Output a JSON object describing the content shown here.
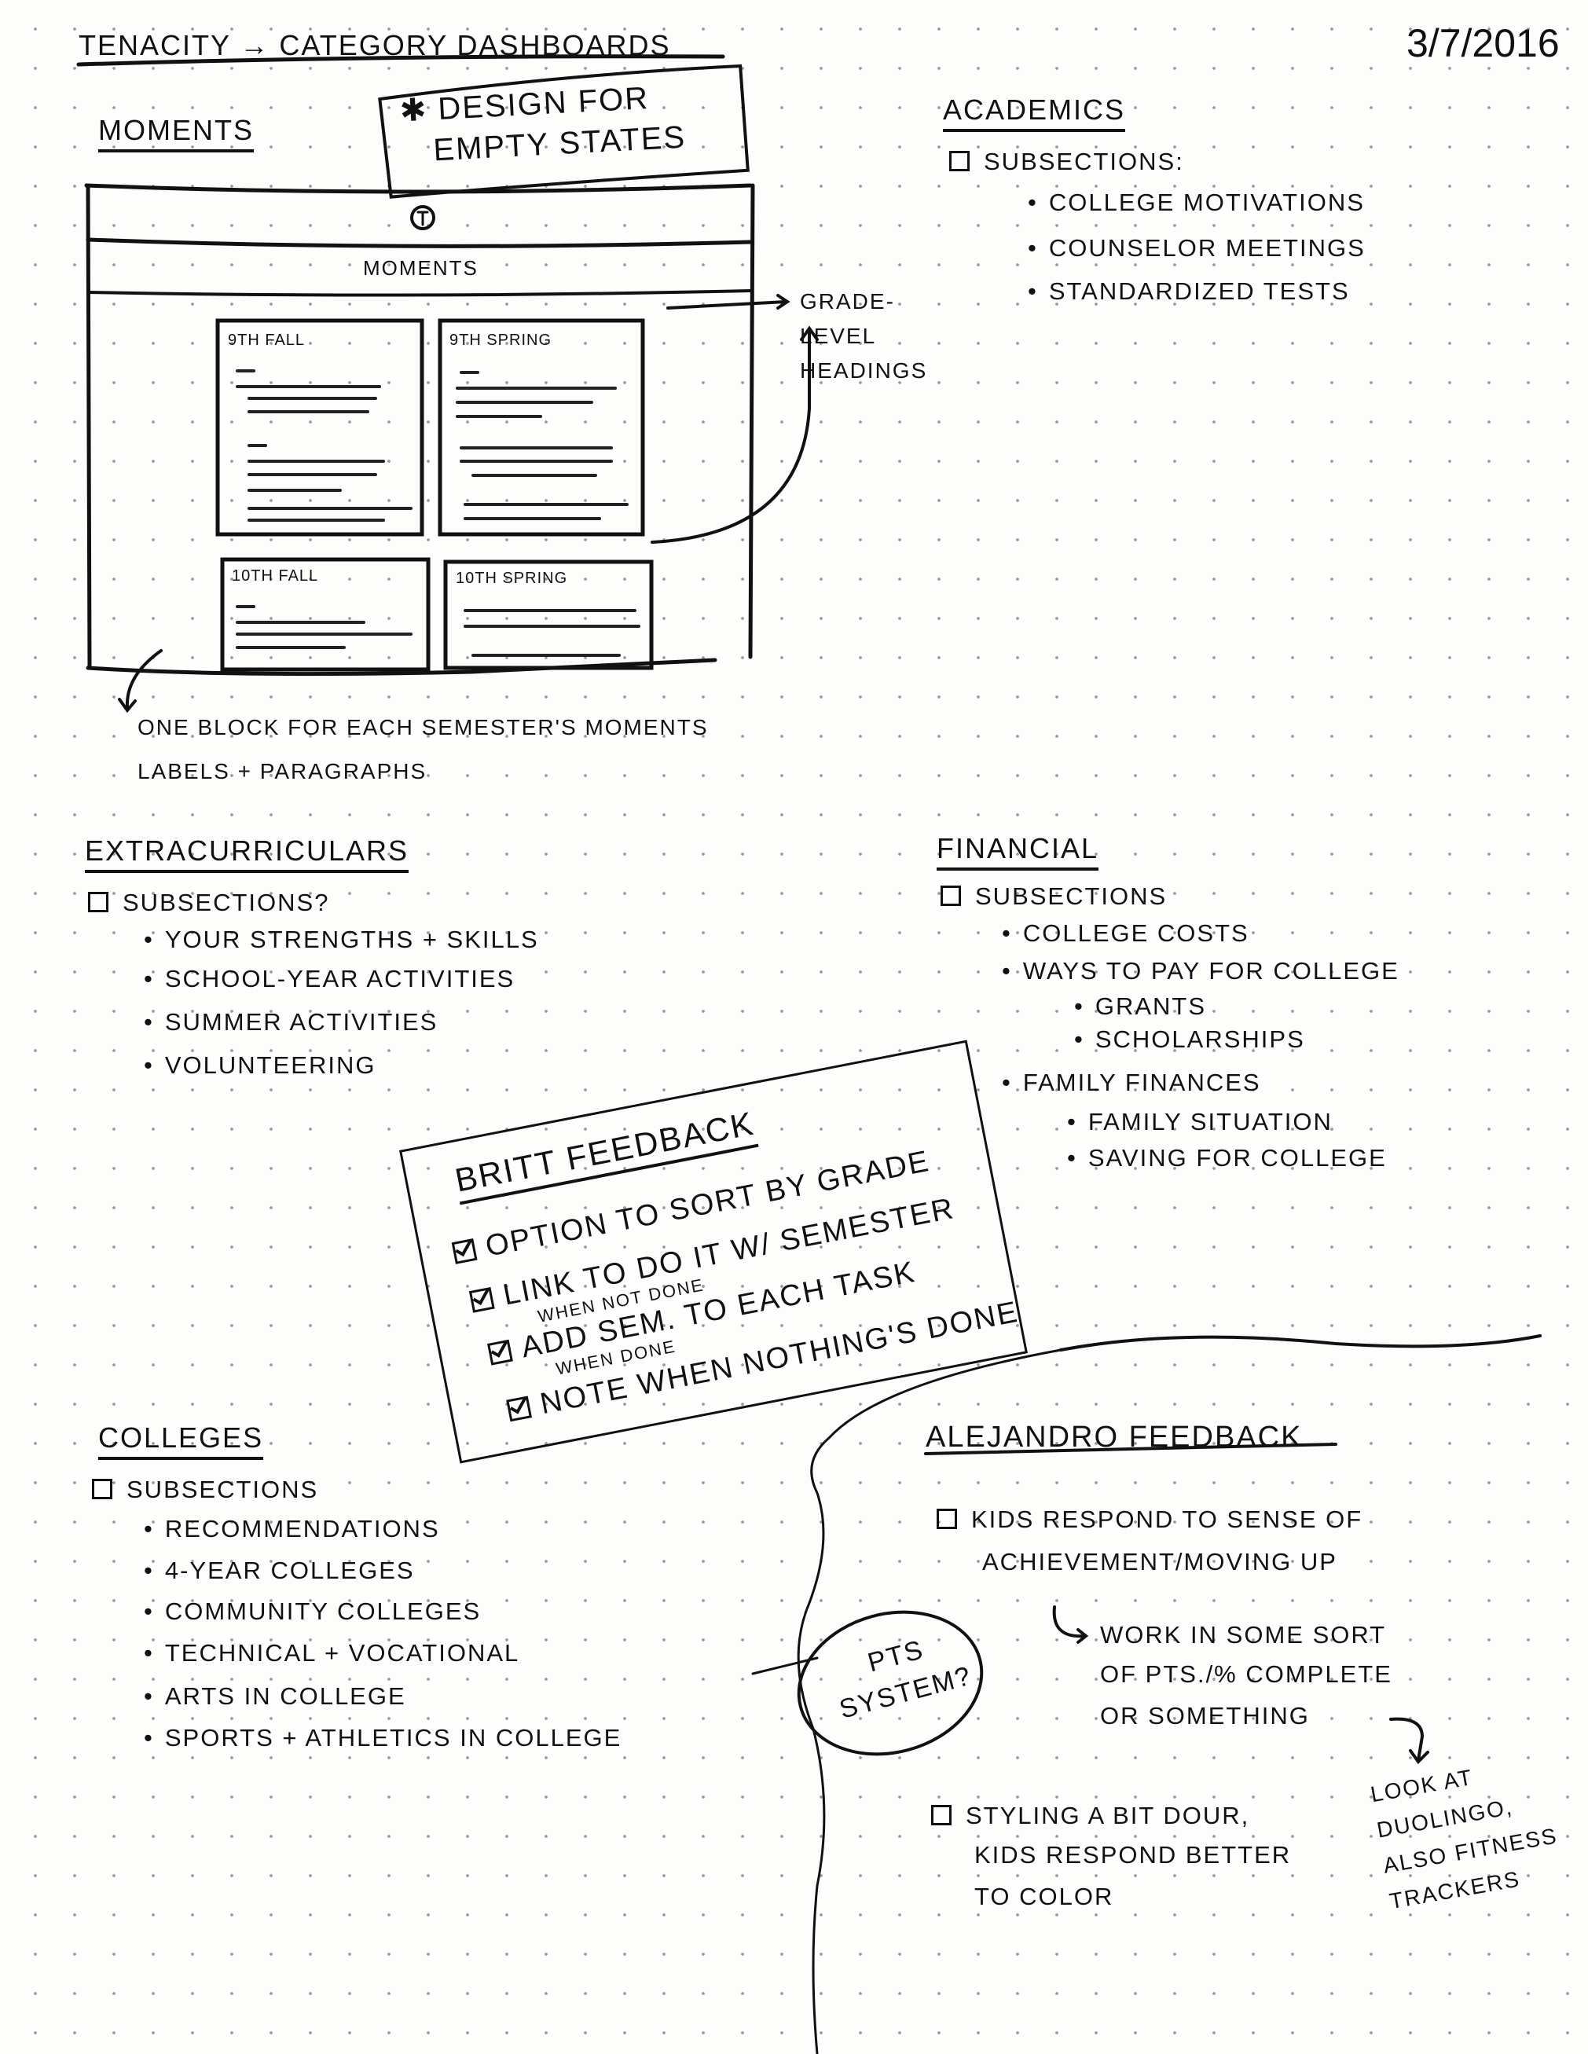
{
  "header": {
    "title": "Tenacity",
    "arrow": "→",
    "subtitle": "Category Dashboards",
    "date": "3/7/2016"
  },
  "moments": {
    "heading": "Moments",
    "note": [
      "Design for",
      "empty states"
    ],
    "note_icon": "star-icon",
    "wireframe": {
      "logo_icon": "logo-icon",
      "page_title": "Moments",
      "cards": [
        {
          "label": "9th Fall"
        },
        {
          "label": "9th Spring"
        },
        {
          "label": "10th Fall"
        },
        {
          "label": "10th Spring"
        }
      ]
    },
    "annotation": [
      "Grade-",
      "level",
      "headings"
    ],
    "caption": [
      "One block for each semester's moments",
      "labels + paragraphs"
    ]
  },
  "academics": {
    "heading": "Academics",
    "subsections_label": "Subsections:",
    "items": [
      "College motivations",
      "Counselor meetings",
      "Standardized tests"
    ]
  },
  "extracurriculars": {
    "heading": "Extracurriculars",
    "subsections_label": "Subsections?",
    "items": [
      "Your strengths + skills",
      "School-year activities",
      "Summer activities",
      "Volunteering"
    ]
  },
  "financial": {
    "heading": "Financial",
    "subsections_label": "Subsections",
    "items": [
      {
        "label": "College costs"
      },
      {
        "label": "Ways to pay for college",
        "children": [
          "Grants",
          "Scholarships"
        ]
      },
      {
        "label": "Family finances",
        "children": [
          "Family situation",
          "Saving for college"
        ]
      }
    ]
  },
  "britt_feedback": {
    "heading": "Britt Feedback",
    "items": [
      {
        "text": "Option to sort by grade",
        "checked": true
      },
      {
        "text": "Link to do it w/ semester",
        "note": "when not done",
        "checked": true
      },
      {
        "text": "Add sem. to each task",
        "note": "when done",
        "checked": true
      },
      {
        "text": "Note when nothing's done",
        "checked": true
      }
    ]
  },
  "colleges": {
    "heading": "Colleges",
    "subsections_label": "Subsections",
    "items": [
      "Recommendations",
      "4-year colleges",
      "Community colleges",
      "Technical + vocational",
      "Arts in college",
      "Sports + athletics in college"
    ]
  },
  "alejandro_feedback": {
    "heading": "Alejandro Feedback",
    "items": [
      {
        "lines": [
          "Kids respond to sense of",
          "achievement/moving up"
        ],
        "followup": [
          "work in some sort",
          "of pts./% complete",
          "or something"
        ]
      },
      {
        "lines": [
          "Styling a bit dour,",
          "kids respond better",
          "to color"
        ]
      }
    ],
    "side_note": [
      "Look at",
      "Duolingo,",
      "also fitness",
      "trackers"
    ],
    "bubble": [
      "Pts",
      "system?"
    ]
  }
}
